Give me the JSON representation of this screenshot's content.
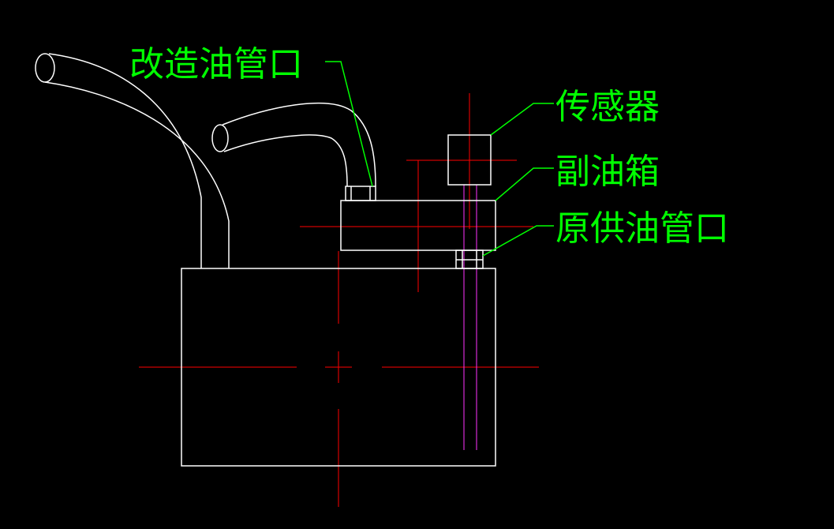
{
  "labels": {
    "modified_oil_pipe_port": "改造油管口",
    "sensor": "传感器",
    "auxiliary_oil_tank": "副油箱",
    "original_oil_supply_port": "原供油管口"
  },
  "colors": {
    "background": "#000000",
    "outline": "#ffffff",
    "label": "#00ff00",
    "centerline": "#ff0000",
    "sensor_rod": "#ff33ff"
  }
}
